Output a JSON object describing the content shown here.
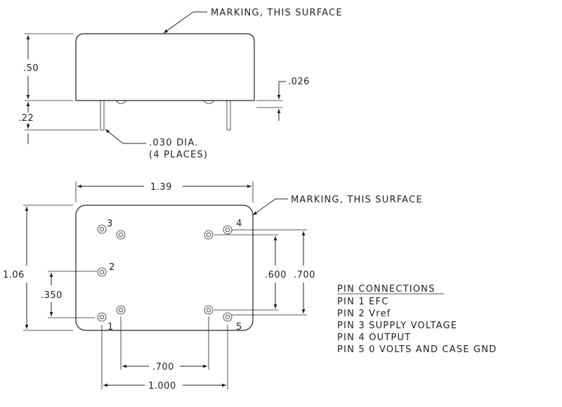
{
  "side_view": {
    "marking_note": "MARKING, THIS SURFACE",
    "height_dim": ".50",
    "pin_length_dim": ".22",
    "standoff_dim": ".026",
    "pin_note_line1": ".030 DIA.",
    "pin_note_line2": "(4 PLACES)"
  },
  "top_view": {
    "marking_note": "MARKING, THIS SURFACE",
    "width_dim": "1.39",
    "height_dim": "1.06",
    "pin_offset_dim": ".350",
    "pin_spacing_v1": ".600",
    "pin_spacing_v2": ".700",
    "pin_spacing_h1": ".700",
    "pin_spacing_h2": "1.000",
    "pin_labels": [
      "1",
      "2",
      "3",
      "4",
      "5"
    ]
  },
  "pin_connections": {
    "title": "PIN CONNECTIONS",
    "rows": [
      "PIN 1 EFC",
      "PIN 2 Vref",
      "PIN 3 SUPPLY VOLTAGE",
      "PIN 4 OUTPUT",
      "PIN 5 0 VOLTS AND CASE GND"
    ]
  }
}
